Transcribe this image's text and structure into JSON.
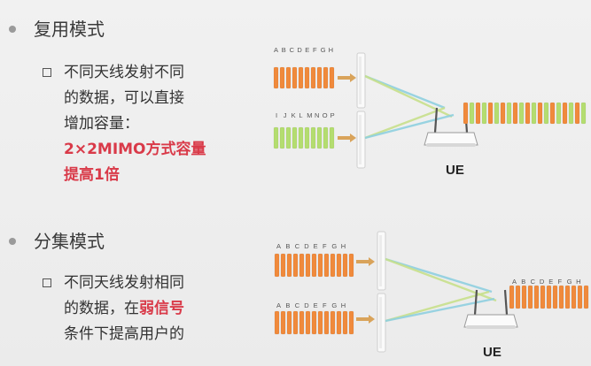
{
  "section1": {
    "title": "复用模式",
    "sub_lines": [
      "不同天线发射不同",
      "的数据，可以直接",
      "增加容量："
    ],
    "highlight_lines": [
      "2×2MIMO方式容量",
      "提高1倍"
    ],
    "stream_a_labels": [
      "A",
      "B",
      "C",
      "D",
      "E",
      "F",
      "G",
      "H"
    ],
    "stream_b_labels": [
      "I",
      "J",
      "K",
      "L",
      "M",
      "N",
      "O",
      "P"
    ],
    "ue_label": "UE"
  },
  "section2": {
    "title": "分集模式",
    "sub_line1": "不同天线发射相同",
    "sub_line2_prefix": "的数据，在",
    "sub_line2_highlight": "弱信号",
    "sub_line3": "条件下提高用户的",
    "stream_a_labels": [
      "A",
      "B",
      "C",
      "D",
      "E",
      "F",
      "G",
      "H"
    ],
    "stream_b_labels": [
      "A",
      "B",
      "C",
      "D",
      "E",
      "F",
      "G",
      "H"
    ],
    "rx_labels": [
      "A",
      "B",
      "C",
      "D",
      "E",
      "F",
      "G",
      "H"
    ],
    "ue_label": "UE"
  },
  "colors": {
    "orange": "#f08a3c",
    "green": "#b4dd70",
    "highlight_red": "#d93a49",
    "beam_blue": "#8fd0e0",
    "beam_green": "#c8e08c"
  },
  "icons": [
    "bullet-dot-icon",
    "square-bullet-icon",
    "antenna-icon",
    "arrow-right-icon",
    "ue-router-icon"
  ]
}
